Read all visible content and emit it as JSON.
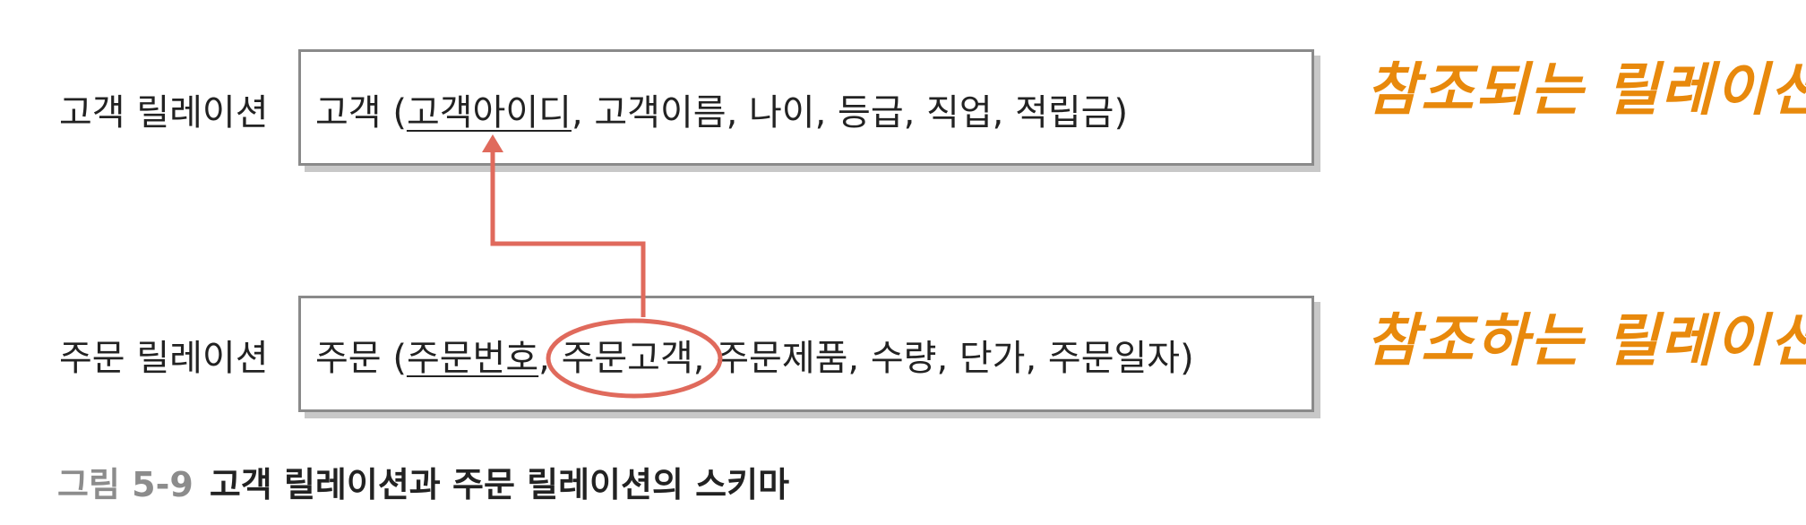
{
  "customer": {
    "row_label": "고객 릴레이션",
    "relation_name": "고객",
    "open_paren": " (",
    "pk": "고객아이디",
    "rest": ", 고객이름, 나이, 등급, 직업, 적립금)",
    "note": "참조되는 릴레이션"
  },
  "order": {
    "row_label": "주문 릴레이션",
    "relation_name": "주문",
    "open_paren": " (",
    "pk": "주문번호",
    "sep": ", ",
    "fk": "주문고객,",
    "rest": " 주문제품, 수량, 단가, 주문일자)",
    "note": "참조하는 릴레이션"
  },
  "caption": {
    "number": "그림 5-9",
    "text": "고객 릴레이션과 주문 릴레이션의 스키마"
  },
  "colors": {
    "arrow": "#e06a5c",
    "handwriting": "#e8890c",
    "box_border": "#8a8a8a",
    "box_shadow": "#c8c8c8"
  }
}
